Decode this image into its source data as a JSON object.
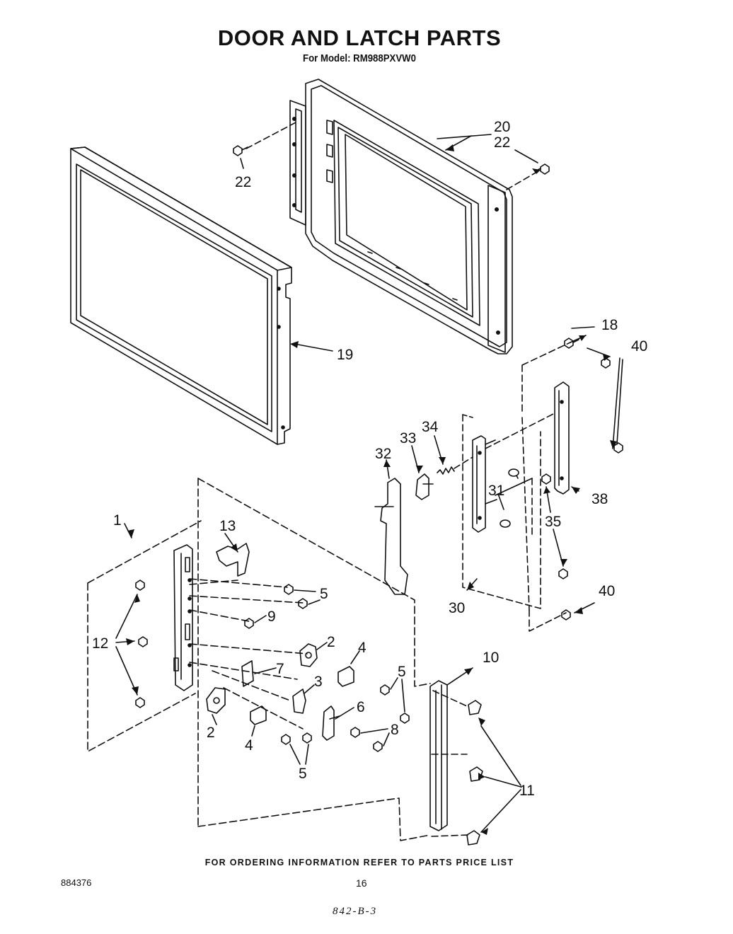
{
  "header": {
    "title": "DOOR AND LATCH PARTS",
    "subtitle": "For Model: RM988PXVW0"
  },
  "callouts": [
    "1",
    "2",
    "2",
    "3",
    "4",
    "4",
    "5",
    "5",
    "5",
    "6",
    "7",
    "8",
    "9",
    "10",
    "11",
    "12",
    "13",
    "18",
    "19",
    "20",
    "22",
    "22",
    "30",
    "31",
    "32",
    "33",
    "34",
    "35",
    "38",
    "40",
    "40"
  ],
  "footer": {
    "note": "FOR ORDERING INFORMATION REFER TO PARTS PRICE LIST",
    "doc_number": "884376",
    "page_number": "16",
    "handwritten_code": "842-B-3"
  }
}
